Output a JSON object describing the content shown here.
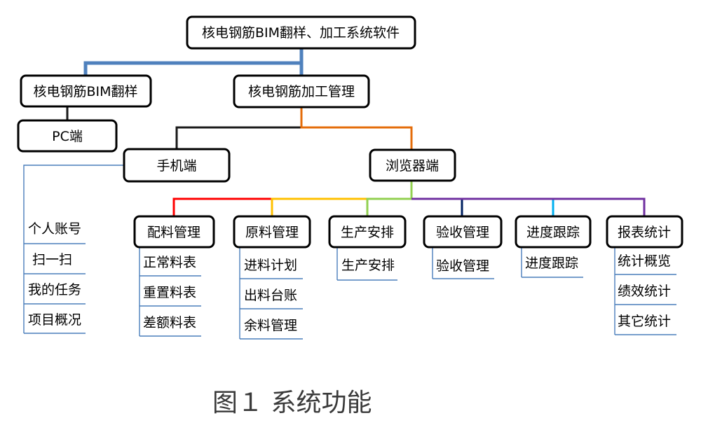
{
  "colors": {
    "root_connector": "#4f81bd",
    "mgmt_connector": "#e46c0a",
    "dark_connector": "#1a1a1a",
    "browser_connector": "#92d050",
    "leaf_line": "#4a7ebb",
    "category_lines": [
      "#ff0000",
      "#ffc000",
      "#92d050",
      "#002060",
      "#00b0f0",
      "#7030a0"
    ]
  },
  "root": {
    "label": "核电钢筋BIM翻样、加工系统软件"
  },
  "bim": {
    "label": "核电钢筋BIM翻样",
    "pc": "PC端"
  },
  "mgmt": {
    "label": "核电钢筋加工管理"
  },
  "mobile": {
    "label": "手机端",
    "items": [
      "个人账号",
      "扫一扫",
      "我的任务",
      "项目概况"
    ]
  },
  "browser": {
    "label": "浏览器端"
  },
  "categories": [
    {
      "label": "配料管理",
      "items": [
        "正常料表",
        "重置料表",
        "差额料表"
      ]
    },
    {
      "label": "原料管理",
      "items": [
        "进料计划",
        "出料台账",
        "余料管理"
      ]
    },
    {
      "label": "生产安排",
      "items": [
        "生产安排"
      ]
    },
    {
      "label": "验收管理",
      "items": [
        "验收管理"
      ]
    },
    {
      "label": "进度跟踪",
      "items": [
        "进度跟踪"
      ]
    },
    {
      "label": "报表统计",
      "items": [
        "统计概览",
        "绩效统计",
        "其它统计"
      ]
    }
  ],
  "caption": "图１ 系统功能"
}
